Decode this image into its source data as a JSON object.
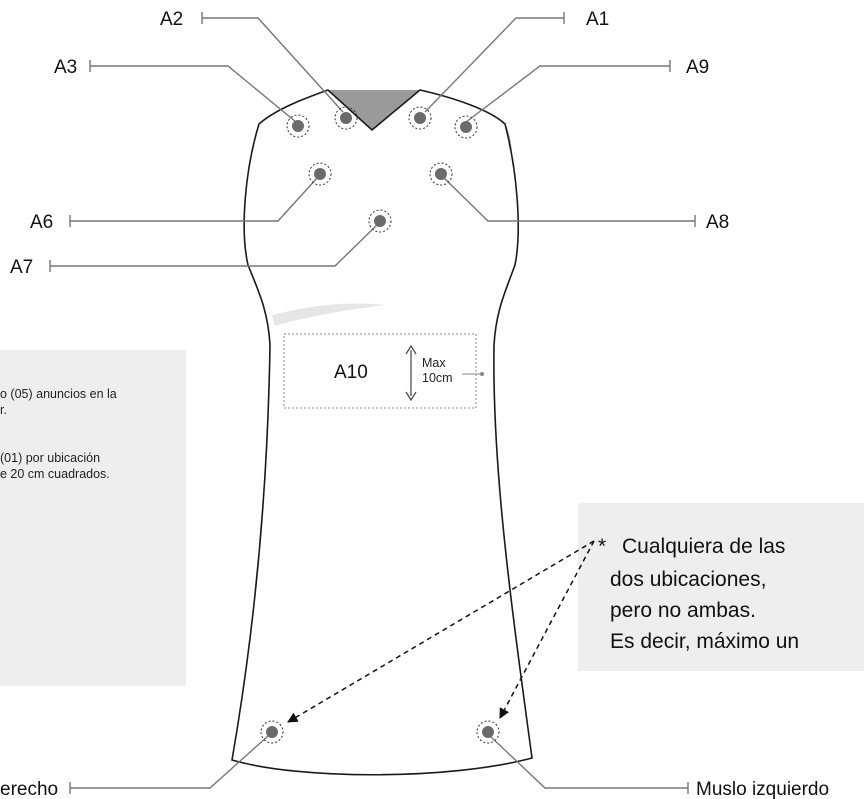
{
  "labels": {
    "A1": "A1",
    "A2": "A2",
    "A3": "A3",
    "A6": "A6",
    "A7": "A7",
    "A8": "A8",
    "A9": "A9",
    "A10": "A10",
    "right_thigh": "erecho",
    "left_thigh": "Muslo izquierdo"
  },
  "a10_box": {
    "max_line1": "Max",
    "max_line2": "10cm"
  },
  "left_note": {
    "line1": "o (05) anuncios en la",
    "line2": "r.",
    "line3": "(01) por ubicación",
    "line4": "e 20 cm cuadrados."
  },
  "right_note": {
    "asterisk": "*",
    "line1": "Cualquiera de las",
    "line2": "dos ubicaciones,",
    "line3": "pero no ambas.",
    "line4": "Es decir, máximo un"
  },
  "colors": {
    "dot": "#6b6b6b",
    "outline": "#1a1a1a",
    "leader": "#777777",
    "panel": "#eeeeee",
    "collar": "#9a9a9a"
  }
}
